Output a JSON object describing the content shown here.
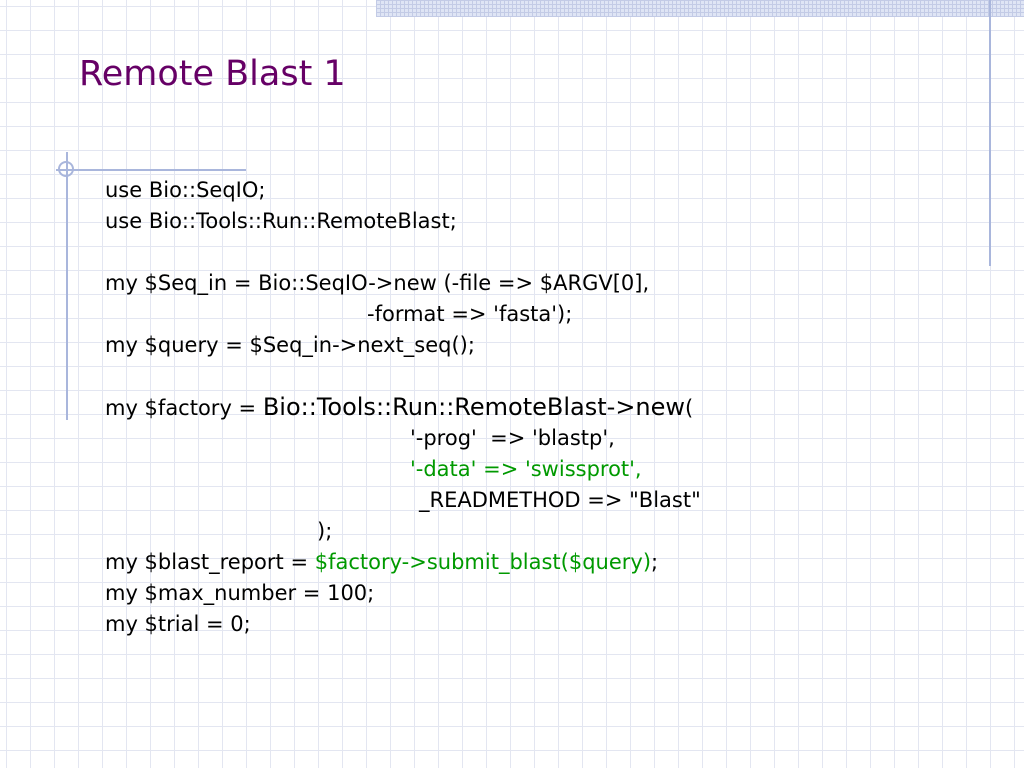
{
  "slide": {
    "title": "Remote Blast 1",
    "accent_color": "#660066",
    "highlight_color": "#009900"
  },
  "code": {
    "line01": "use Bio::SeqIO;",
    "line02": "use Bio::Tools::Run::RemoteBlast;",
    "line03": "my $Seq_in = Bio::SeqIO->new (-file => $ARGV[0],",
    "line04": "-format => 'fasta');",
    "line05": "my $query = $Seq_in->next_seq();",
    "line06_prefix": "my $factory = ",
    "line06_call": "Bio::Tools::Run::RemoteBlast->new",
    "line06_paren": "(",
    "line07": "'-prog'  => 'blastp',",
    "line08": "'-data' => 'swissprot',",
    "line09": "_READMETHOD => \"Blast\"",
    "line10": ");",
    "line11_prefix": "my $blast_report = ",
    "line11_call": "$factory->submit_blast($query)",
    "line11_suffix": ";",
    "line12": "my $max_number = 100;",
    "line13": "my $trial = 0;"
  }
}
